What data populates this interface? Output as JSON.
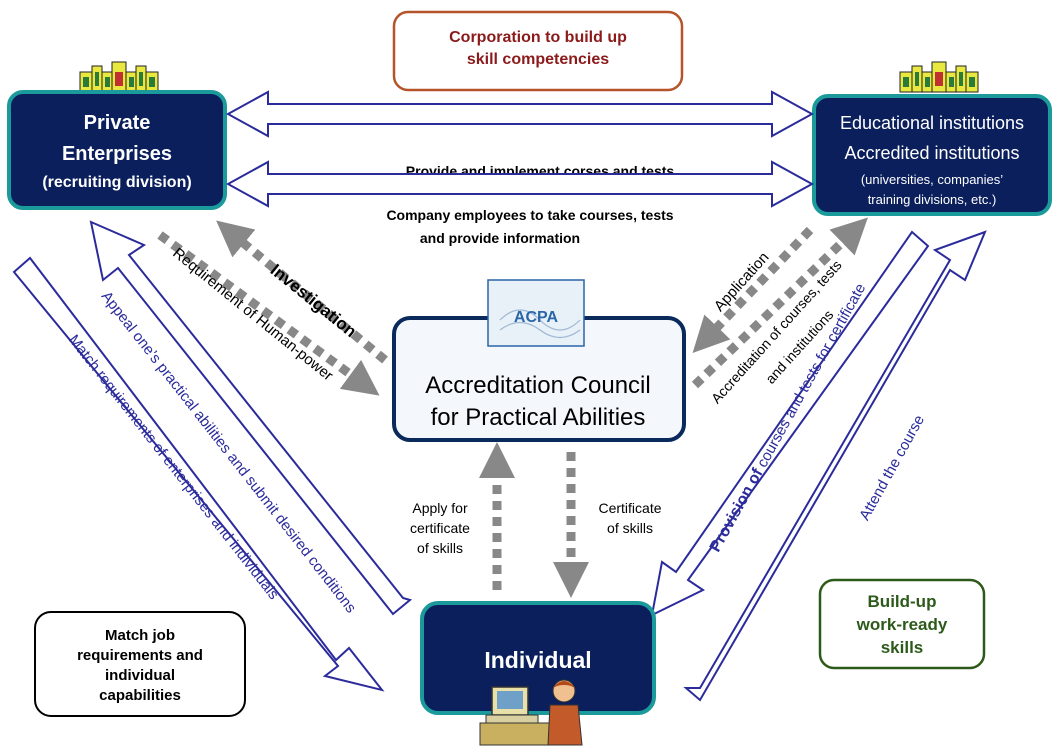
{
  "nodes": {
    "top_note": {
      "line1": "Corporation to build up",
      "line2": "skill competencies"
    },
    "private": {
      "line1": "Private",
      "line2": "Enterprises",
      "line3": "(recruiting division)"
    },
    "education": {
      "line1": "Educational institutions",
      "line2": "Accredited institutions",
      "line3": "(universities, companies’",
      "line4": "training divisions, etc.)"
    },
    "council": {
      "logo": "ACPA",
      "line1": "Accreditation Council",
      "line2": "for Practical Abilities"
    },
    "individual": {
      "label": "Individual"
    },
    "match_box": {
      "line1": "Match job",
      "line2": "requirements and",
      "line3": "individual",
      "line4": "capabilities"
    },
    "buildup_box": {
      "line1": "Build-up",
      "line2": "work-ready",
      "line3": "skills"
    }
  },
  "edges": {
    "provide_implement": "Provide and implement corses and tests",
    "employees_line1": "Company employees to take courses, tests",
    "employees_line2": "and provide information",
    "investigation": "Investigation",
    "requirement": "Requirement of Human-power",
    "application": "Application",
    "accreditation_line1": "Accreditation of courses, tests",
    "accreditation_line2": "and institutions",
    "apply_line1": "Apply for",
    "apply_line2": "certificate",
    "apply_line3": "of skills",
    "cert_line1": "Certificate",
    "cert_line2": "of skills",
    "appeal": "Appeal one’s practical abilities and submit desired conditions",
    "match_req": "Match requirements of enterprises and individuals",
    "provision_bold": "Provision of",
    "provision_rest": " courses and tests for certificate",
    "attend": "Attend the course"
  },
  "colors": {
    "navy": "#0a1f5c",
    "teal_border": "#1a9a9a",
    "blue_arrow": "#2b2b9c",
    "dark_red": "#8b1a1a",
    "brown_border": "#b5542a",
    "dark_green": "#2d5a1a",
    "gray_arrow": "#888888"
  }
}
